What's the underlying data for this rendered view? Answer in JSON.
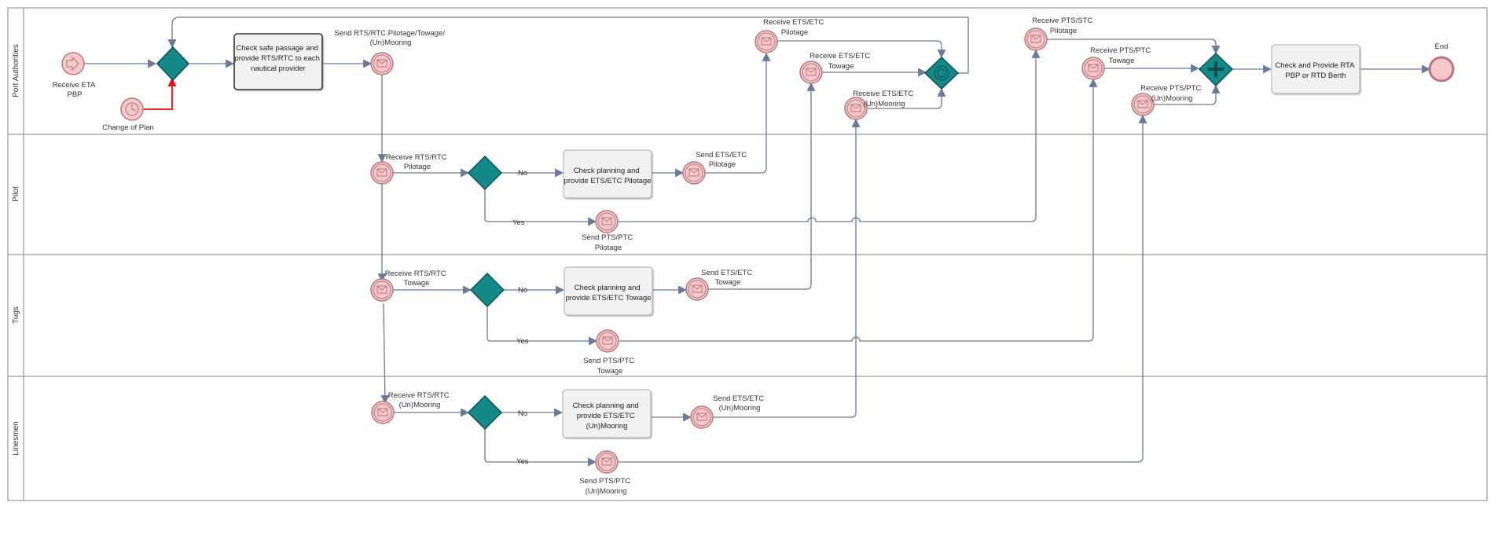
{
  "lanes": {
    "port_authorities": "Port Authorities",
    "pilot": "Pilot",
    "tugs": "Tugs",
    "linesmen": "Linesmen"
  },
  "events": {
    "receive_eta": [
      "Receive ETA",
      "PBP"
    ],
    "change_of_plan": [
      "Change of Plan"
    ],
    "send_rts_rtc": [
      "Send RTS/RTC Pilotage/Towage/",
      "(Un)Mooring"
    ],
    "receive_ets_etc_pilotage": [
      "Receive ETS/ETC",
      "Pilotage"
    ],
    "receive_ets_etc_towage": [
      "Receive ETS/ETC",
      "Towage"
    ],
    "receive_ets_etc_mooring": [
      "Receive ETS/ETC",
      "(Un)Mooring"
    ],
    "receive_pts_stc_pilotage": [
      "Receive PTS/STC",
      "Pilotage"
    ],
    "receive_pts_ptc_towage": [
      "Receive PTS/PTC",
      "Towage"
    ],
    "receive_pts_ptc_mooring": [
      "Receive PTS/PTC",
      "(Un)Mooring"
    ],
    "end": [
      "End"
    ],
    "pilot_receive_rts": [
      "Receive RTS/RTC",
      "Pilotage"
    ],
    "pilot_send_ets": [
      "Send ETS/ETC",
      "Pilotage"
    ],
    "pilot_send_pts": [
      "Send PTS/PTC",
      "Pilotage"
    ],
    "tugs_receive_rts": [
      "Receive RTS/RTC",
      "Towage"
    ],
    "tugs_send_ets": [
      "Send ETS/ETC",
      "Towage"
    ],
    "tugs_send_pts": [
      "Send PTS/PTC",
      "Towage"
    ],
    "lines_receive_rts": [
      "Receive RTS/RTC",
      "(Un)Mooring"
    ],
    "lines_send_ets": [
      "Send ETS/ETC",
      "(Un)Mooring"
    ],
    "lines_send_pts": [
      "Send PTS/PTC",
      "(Un)Mooring"
    ]
  },
  "tasks": {
    "check_safe_passage": [
      "Check safe passage and",
      "provide RTS/RTC to each",
      "nautical provider"
    ],
    "check_provide_rta": [
      "Check and Provide RTA",
      "PBP or RTD Berth"
    ],
    "pilot_check_planning": [
      "Check planning and",
      "provide ETS/ETC Pilotage"
    ],
    "tugs_check_planning": [
      "Check planning and",
      "provide ETS/ETC Towage"
    ],
    "lines_check_planning": [
      "Check planning and",
      "provide ETS/ETC",
      "(Un)Mooring"
    ]
  },
  "flow_labels": {
    "no": "No",
    "yes": "Yes"
  },
  "colors": {
    "event_fill": "#f5c7c9",
    "event_stroke": "#b7787d",
    "gateway_fill": "#138a88",
    "task_fill": "#f1f1f1",
    "flow": "#6a7a98",
    "lane_border": "#9a9a9a",
    "conditional_flow": "#e01010"
  }
}
